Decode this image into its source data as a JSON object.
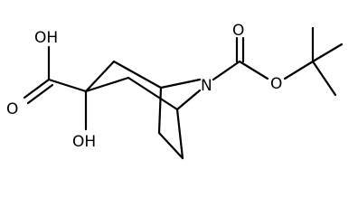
{
  "molecule": {
    "atoms": {
      "o_acid_oh": "OH",
      "o_acid_carbonyl": "O",
      "o_hydroxyl": "OH",
      "n_bridge": "N",
      "o_carbamate_carbonyl": "O",
      "o_carbamate_ester": "O"
    }
  },
  "colors": {
    "bond": "#000000",
    "label": "#000000",
    "background": "#ffffff"
  }
}
